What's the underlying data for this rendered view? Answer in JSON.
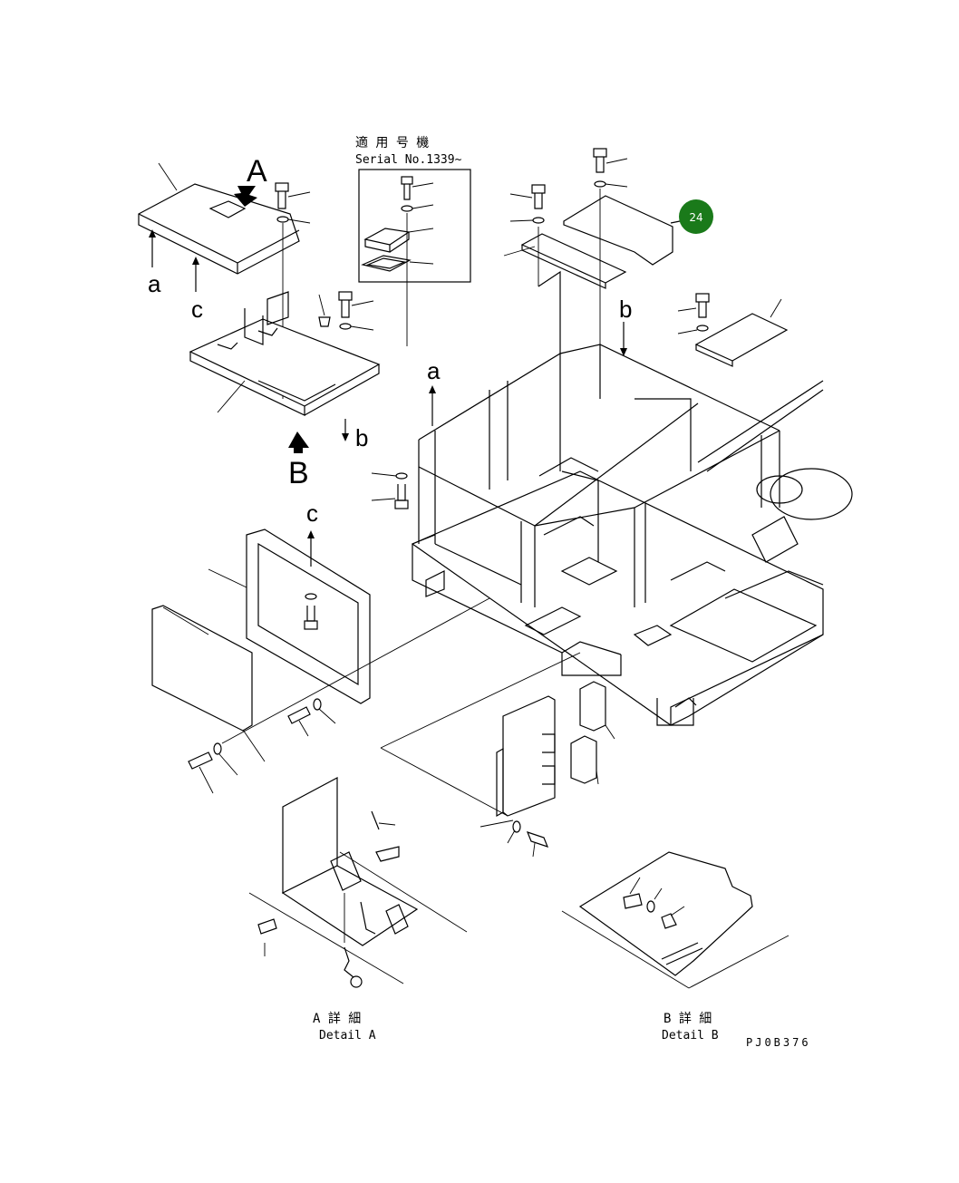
{
  "header": {
    "applicable_jp": "適 用 号 機",
    "serial": "Serial No.1339~"
  },
  "callout": {
    "number": "24",
    "color": "#1a7a1a"
  },
  "view_letters": {
    "A_top": "A",
    "B_bottom": "B",
    "a_left": "a",
    "c_left": "c",
    "b_mid": "b",
    "b_right": "b",
    "a_frame": "a",
    "c_panel": "c"
  },
  "details": {
    "a_jp": "A 詳 細",
    "a_en": "Detail A",
    "b_jp": "B 詳 細",
    "b_en": "Detail B"
  },
  "drawing_code": "PJ0B376"
}
